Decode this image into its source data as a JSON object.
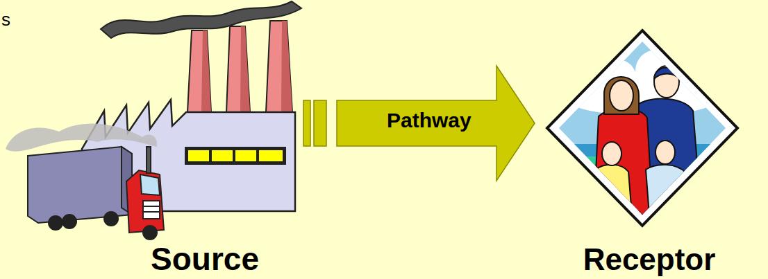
{
  "diagram": {
    "nodes": [
      {
        "text": [
          "Source"
        ]
      },
      {
        "text": [
          "Receptor"
        ]
      }
    ],
    "edges": [
      {
        "from": 0,
        "to": 1,
        "arrow": "to",
        "label": "Pathway"
      }
    ],
    "labels": [
      "s"
    ]
  }
}
